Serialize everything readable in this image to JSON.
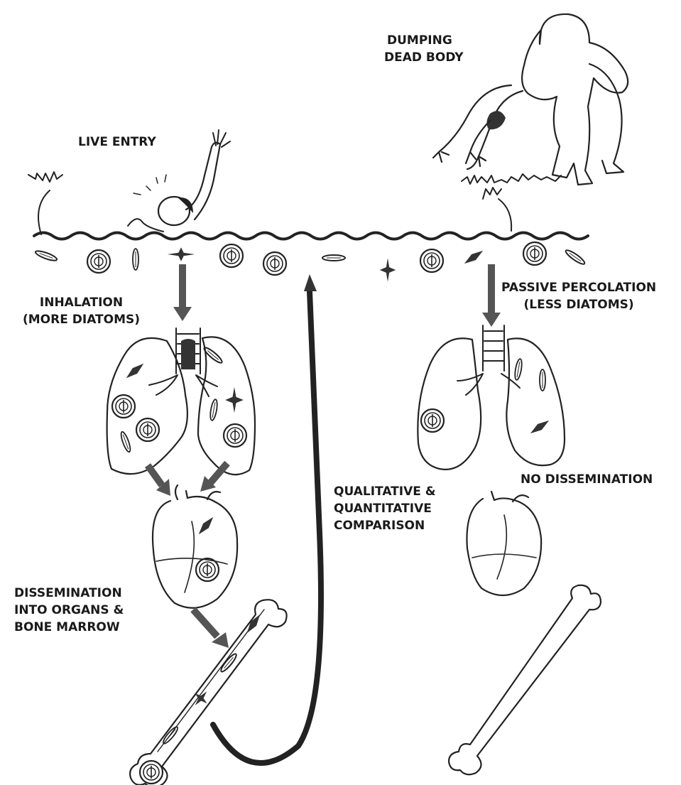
{
  "labels": {
    "dumping": [
      "DUMPING",
      "DEAD BODY"
    ],
    "live_entry": "LIVE ENTRY",
    "inhalation": [
      "INHALATION",
      "(MORE DIATOMS)"
    ],
    "passive": [
      "PASSIVE PERCOLATION",
      "(LESS DIATOMS)"
    ],
    "comparison": [
      "QUALITATIVE &",
      "QUANTITATIVE",
      "COMPARISON"
    ],
    "no_dissemination": "NO DISSEMINATION",
    "dissemination": [
      "DISSEMINATION",
      "INTO ORGANS &",
      "BONE MARROW"
    ]
  },
  "colors": {
    "ink": "#222222",
    "arrow": "#555555",
    "background": "#ffffff"
  }
}
